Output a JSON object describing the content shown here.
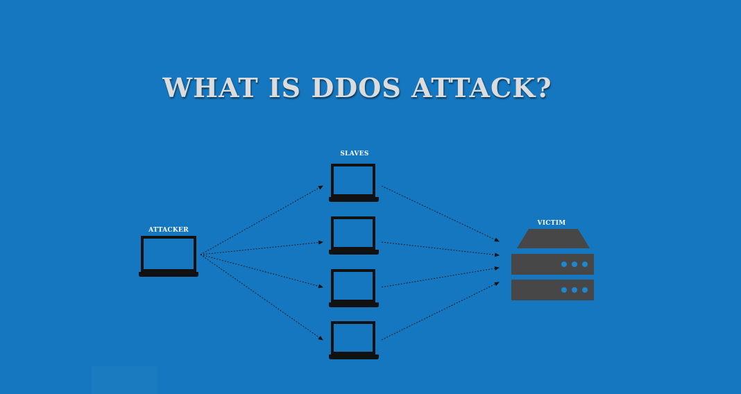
{
  "title": "WHAT IS DDOS ATTACK?",
  "labels": {
    "attacker": "ATTACKER",
    "slaves": "SLAVES",
    "victim": "VICTIM"
  },
  "colors": {
    "background": "#1577bf",
    "device": "#111111",
    "server": "#474747",
    "server_lights": "#1f86d0",
    "title": "#dcdcdc"
  },
  "icons": {
    "attacker": "laptop-icon",
    "slave": "laptop-icon",
    "victim": "server-icon"
  },
  "diagram": {
    "nodes": [
      {
        "id": "attacker",
        "role": "attacker",
        "icon": "laptop-icon"
      },
      {
        "id": "slave-1",
        "role": "slave",
        "icon": "laptop-icon"
      },
      {
        "id": "slave-2",
        "role": "slave",
        "icon": "laptop-icon"
      },
      {
        "id": "slave-3",
        "role": "slave",
        "icon": "laptop-icon"
      },
      {
        "id": "slave-4",
        "role": "slave",
        "icon": "laptop-icon"
      },
      {
        "id": "victim",
        "role": "victim",
        "icon": "server-icon"
      }
    ],
    "edges": [
      {
        "from": "attacker",
        "to": "slave-1",
        "style": "dotted-arrow"
      },
      {
        "from": "attacker",
        "to": "slave-2",
        "style": "dotted-arrow"
      },
      {
        "from": "attacker",
        "to": "slave-3",
        "style": "dotted-arrow"
      },
      {
        "from": "attacker",
        "to": "slave-4",
        "style": "dotted-arrow"
      },
      {
        "from": "slave-1",
        "to": "victim",
        "style": "dotted-arrow"
      },
      {
        "from": "slave-2",
        "to": "victim",
        "style": "dotted-arrow"
      },
      {
        "from": "slave-3",
        "to": "victim",
        "style": "dotted-arrow"
      },
      {
        "from": "slave-4",
        "to": "victim",
        "style": "dotted-arrow"
      }
    ]
  }
}
